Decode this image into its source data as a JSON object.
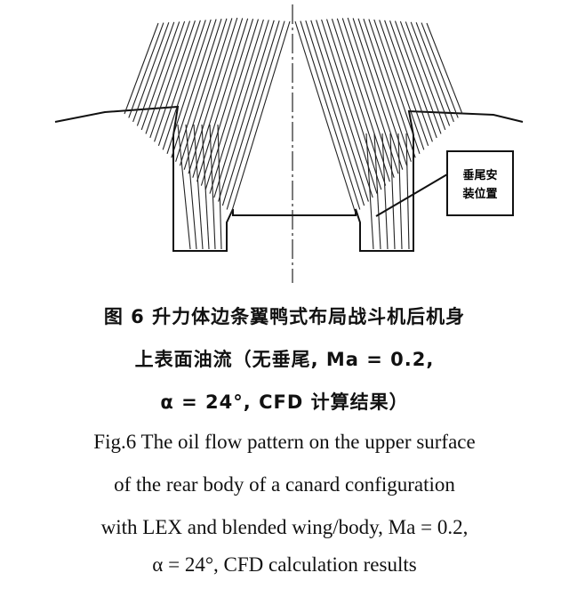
{
  "figure": {
    "callout_line1": "垂尾安",
    "callout_line2": "装位置"
  },
  "caption_cn": {
    "line1": "图 6   升力体边条翼鸭式布局战斗机后机身",
    "line2": "上表面油流（无垂尾, Ma = 0.2,",
    "line3": "α = 24°, CFD 计算结果）"
  },
  "caption_en": {
    "line1": "Fig.6   The oil flow pattern on the upper surface",
    "line2": "of the rear body of a canard configuration",
    "line3": "with LEX and blended wing/body,  Ma = 0.2,",
    "line4": "α = 24°, CFD calculation results"
  }
}
